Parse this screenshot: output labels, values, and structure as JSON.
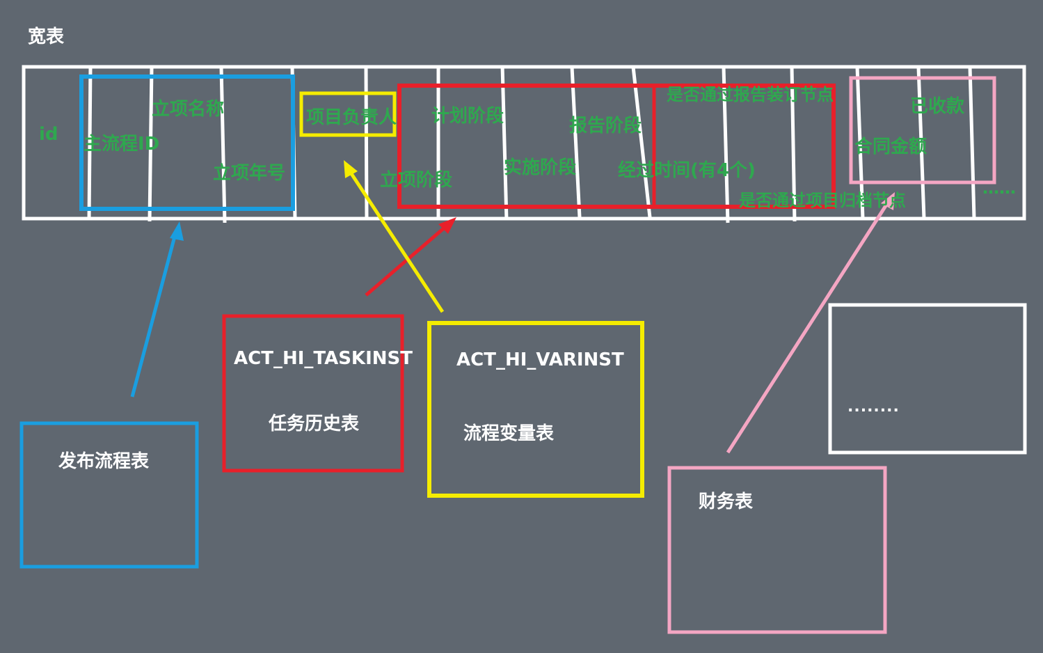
{
  "title": "宽表",
  "wide_table": {
    "fields": {
      "id": "id",
      "main_process_id": "主流程ID",
      "project_name": "立项名称",
      "project_year_no": "立项年号",
      "project_owner": "项目负责人",
      "plan_stage": "计划阶段",
      "approval_stage": "立项阶段",
      "report_stage": "报告阶段",
      "implementation_stage": "实施阶段",
      "elapsed_time": "经过时间(有4个)",
      "report_binding_node": "是否通过报告装订节点",
      "project_archive_node": "是否通过项目归档节点",
      "received_payment": "已收款",
      "contract_amount": "合同金额",
      "more": "……"
    }
  },
  "source_tables": {
    "publish_process": {
      "label": "发布流程表",
      "color": "#1a9ee0"
    },
    "task_history": {
      "name": "ACT_HI_TASKINST",
      "label": "任务历史表",
      "color": "#e8202a"
    },
    "variable_table": {
      "name": "ACT_HI_VARINST",
      "label": "流程变量表",
      "color": "#f5ec00"
    },
    "finance": {
      "label": "财务表",
      "color": "#f4a6c3"
    },
    "other": {
      "label": "........",
      "color": "#ffffff"
    }
  }
}
